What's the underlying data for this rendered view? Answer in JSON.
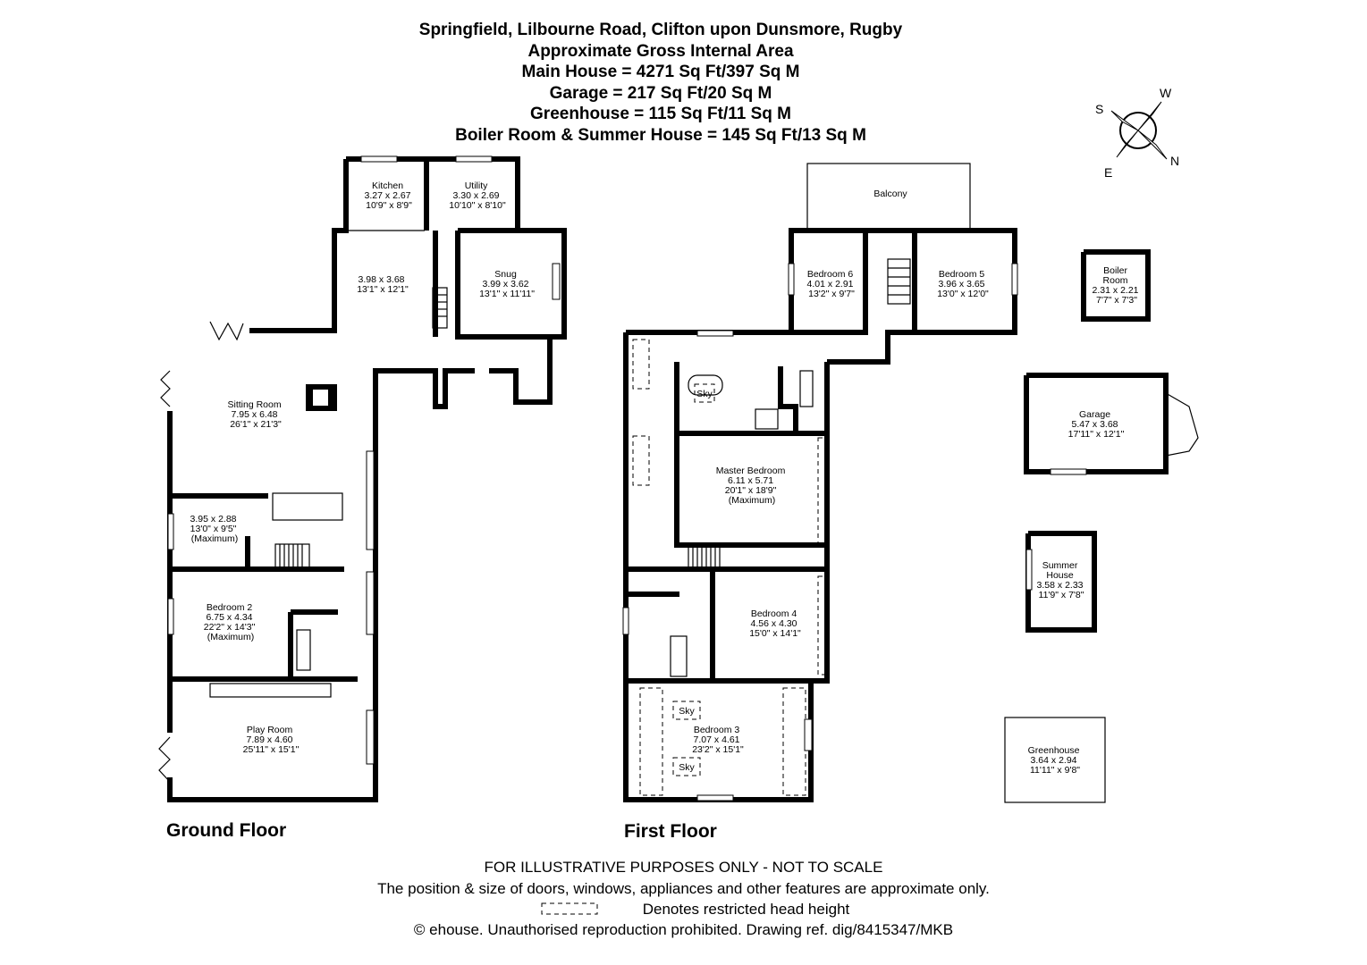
{
  "header": {
    "address": "Springfield, Lilbourne Road, Clifton upon Dunsmore, Rugby",
    "area_title": "Approximate Gross Internal Area",
    "main_house": "Main House = 4271 Sq Ft/397 Sq M",
    "garage": "Garage = 217 Sq Ft/20 Sq M",
    "greenhouse": "Greenhouse = 115 Sq Ft/11 Sq M",
    "boiler_summer": "Boiler Room & Summer House = 145 Sq Ft/13 Sq M"
  },
  "compass": {
    "s": "S",
    "w": "W",
    "e": "E",
    "n": "N"
  },
  "floors": {
    "ground": "Ground Floor",
    "first": "First Floor"
  },
  "rooms": {
    "kitchen": [
      "Kitchen",
      "3.27 x 2.67",
      "10'9\" x 8'9\""
    ],
    "utility": [
      "Utility",
      "3.30 x 2.69",
      "10'10\" x 8'10\""
    ],
    "hall_room": [
      "3.98 x 3.68",
      "13'1\" x 12'1\""
    ],
    "snug": [
      "Snug",
      "3.99 x 3.62",
      "13'1\" x 11'11\""
    ],
    "sitting_room": [
      "Sitting Room",
      "7.95 x 6.48",
      "26'1\" x 21'3\""
    ],
    "study": [
      "3.95 x 2.88",
      "13'0\" x 9'5\"",
      "(Maximum)"
    ],
    "bedroom2": [
      "Bedroom 2",
      "6.75 x 4.34",
      "22'2\" x 14'3\"",
      "(Maximum)"
    ],
    "play_room": [
      "Play Room",
      "7.89 x 4.60",
      "25'11\" x 15'1\""
    ],
    "balcony": [
      "Balcony"
    ],
    "bedroom6": [
      "Bedroom 6",
      "4.01 x 2.91",
      "13'2\" x 9'7\""
    ],
    "bedroom5": [
      "Bedroom 5",
      "3.96 x 3.65",
      "13'0\" x 12'0\""
    ],
    "master": [
      "Master Bedroom",
      "6.11 x 5.71",
      "20'1\" x 18'9\"",
      "(Maximum)"
    ],
    "bedroom4": [
      "Bedroom 4",
      "4.56 x 4.30",
      "15'0\" x 14'1\""
    ],
    "bedroom3": [
      "Bedroom 3",
      "7.07 x 4.61",
      "23'2\" x 15'1\""
    ],
    "sky1": [
      "Sky"
    ],
    "sky2": [
      "Sky"
    ],
    "sky3": [
      "Sky"
    ],
    "boiler_room": [
      "Boiler",
      "Room",
      "2.31 x 2.21",
      "7'7\" x 7'3\""
    ],
    "garage": [
      "Garage",
      "5.47 x 3.68",
      "17'11\" x 12'1\""
    ],
    "summer_house": [
      "Summer",
      "House",
      "3.58 x 2.33",
      "11'9\" x 7'8\""
    ],
    "greenhouse": [
      "Greenhouse",
      "3.64 x 2.94",
      "11'11\" x 9'8\""
    ]
  },
  "footer": {
    "disclaimer": "FOR ILLUSTRATIVE PURPOSES ONLY - NOT TO SCALE",
    "note": "The position & size of doors, windows, appliances and other features are approximate only.",
    "legend": "Denotes restricted head height",
    "copyright": "© ehouse. Unauthorised reproduction prohibited. Drawing ref. dig/8415347/MKB"
  }
}
